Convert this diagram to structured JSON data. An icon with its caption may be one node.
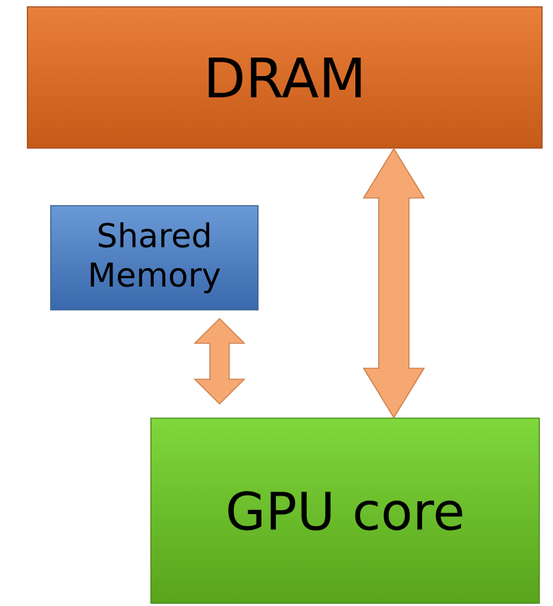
{
  "diagram": {
    "nodes": [
      {
        "text": [
          "DRAM"
        ]
      },
      {
        "text": [
          "Shared Memory"
        ]
      },
      {
        "text": [
          "GPU core"
        ]
      }
    ],
    "edges": [
      {
        "from": 0,
        "to": 2,
        "arrow": "both"
      },
      {
        "from": 1,
        "to": 2,
        "arrow": "both"
      }
    ]
  }
}
